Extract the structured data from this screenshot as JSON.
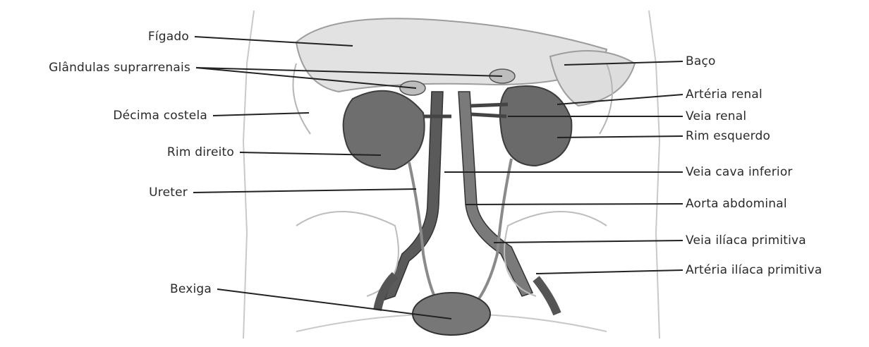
{
  "labels": {
    "figado": "Fígado",
    "glandulas": "Glândulas suprarrenais",
    "decima_costela": "Décima costela",
    "rim_direito": "Rim direito",
    "ureter": "Ureter",
    "bexiga": "Bexiga",
    "baco": "Baço",
    "arteria_renal": "Artéria renal",
    "veia_renal": "Veia renal",
    "rim_esquerdo": "Rim esquerdo",
    "veia_cava": "Veia cava inferior",
    "aorta": "Aorta abdominal",
    "veia_iliaca": "Veia ilíaca primitiva",
    "arteria_iliaca": "Artéria ilíaca primitiva"
  }
}
